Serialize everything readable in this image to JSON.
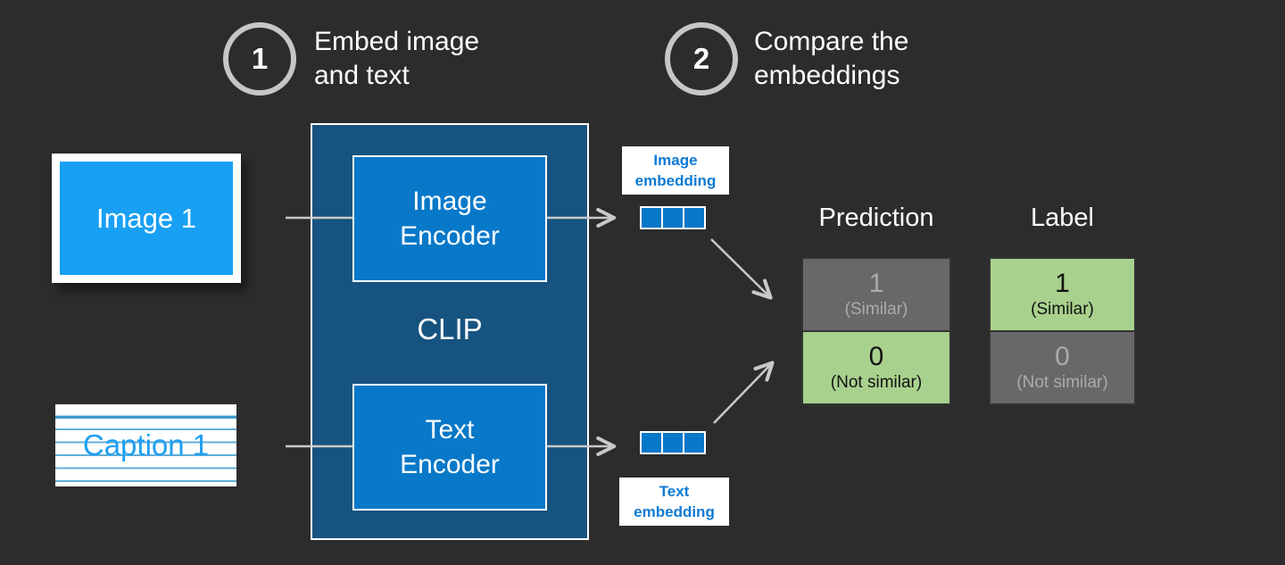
{
  "steps": {
    "step1": {
      "number": "1",
      "label_line1": "Embed image",
      "label_line2": "and text"
    },
    "step2": {
      "number": "2",
      "label_line1": "Compare the",
      "label_line2": "embeddings"
    }
  },
  "inputs": {
    "image_card": {
      "label": "Image 1"
    },
    "caption_card": {
      "label": "Caption 1"
    }
  },
  "clip": {
    "label": "CLIP",
    "image_encoder": {
      "line1": "Image",
      "line2": "Encoder"
    },
    "text_encoder": {
      "line1": "Text",
      "line2": "Encoder"
    }
  },
  "embeddings": {
    "image": {
      "label_line1": "Image",
      "label_line2": "embedding",
      "cells": 3
    },
    "text": {
      "label_line1": "Text",
      "label_line2": "embedding",
      "cells": 3
    }
  },
  "comparison": {
    "columns": [
      {
        "header": "Prediction",
        "rows": [
          {
            "value": "1",
            "caption": "(Similar)",
            "variant": "gray"
          },
          {
            "value": "0",
            "caption": "(Not similar)",
            "variant": "green"
          }
        ]
      },
      {
        "header": "Label",
        "rows": [
          {
            "value": "1",
            "caption": "(Similar)",
            "variant": "green"
          },
          {
            "value": "0",
            "caption": "(Not similar)",
            "variant": "gray"
          }
        ]
      }
    ]
  },
  "icons": {
    "arrows": [
      "arrow-image-to-embedding",
      "arrow-text-to-embedding",
      "arrow-image-embedding-to-prediction",
      "arrow-text-embedding-to-prediction"
    ]
  },
  "colors": {
    "background": "#2c2c2c",
    "photo_blue": "#18a0f4",
    "encoder_blue": "#0878c8",
    "clip_blue": "#175380",
    "embed_text_blue": "#0d7ad4",
    "green_cell": "#a9d18e",
    "gray_cell": "#686868",
    "arrow_gray": "#c9c9c9",
    "circle_ring": "#c6c6c6"
  }
}
